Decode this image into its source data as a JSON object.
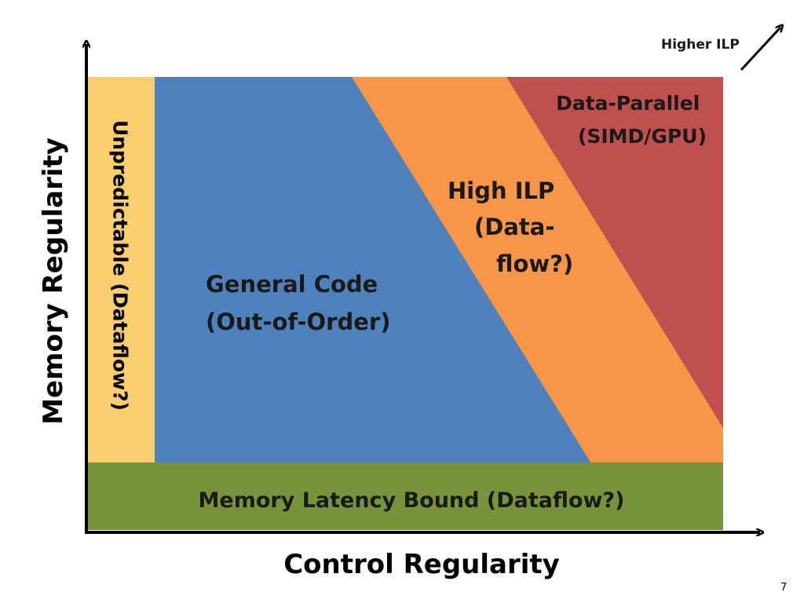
{
  "annotations": {
    "higher_ilp": "Higher ILP"
  },
  "axes": {
    "x_label": "Control Regularity",
    "y_label": "Memory Regularity"
  },
  "regions": {
    "unpredictable": {
      "label": "Unpredictable (Dataflow?)",
      "color": "#FACD6E"
    },
    "general_code": {
      "lines": [
        "General Code",
        "(Out-of-Order)"
      ],
      "color": "#4F81BD"
    },
    "high_ilp": {
      "lines": [
        "High ILP",
        "(Data-",
        "flow?)"
      ],
      "color": "#F79646"
    },
    "data_parallel": {
      "lines": [
        "Data-Parallel",
        "(SIMD/GPU)"
      ],
      "color": "#C0504D"
    },
    "memory_latency": {
      "label": "Memory Latency Bound (Dataflow?)",
      "color": "#77933C"
    }
  },
  "page_number": "7"
}
